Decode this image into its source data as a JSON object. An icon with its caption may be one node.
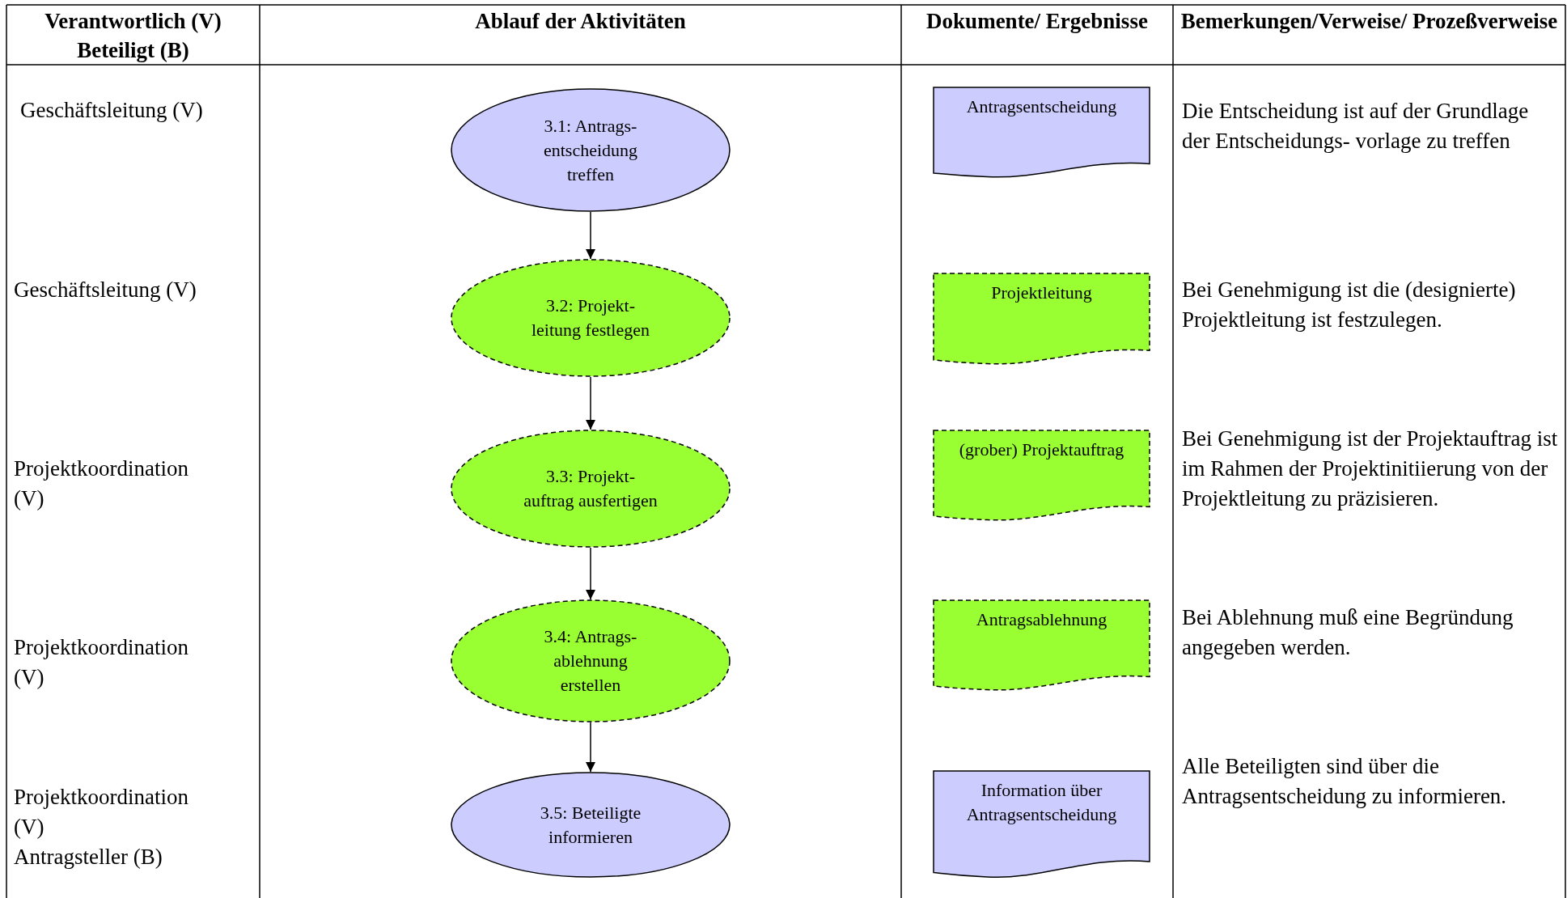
{
  "diagram": {
    "nodes": [
      {
        "text": [
          "3.1: Antrags- entscheidung treffen"
        ]
      },
      {
        "text": [
          "3.2: Projekt- leitung festlegen"
        ]
      },
      {
        "text": [
          "3.3: Projekt- auftrag ausfertigen"
        ]
      },
      {
        "text": [
          "3.4: Antrags- ablehnung erstellen"
        ]
      },
      {
        "text": [
          "3.5: Beteiligte informieren"
        ]
      },
      {
        "text": [
          "Antragsentscheidung"
        ]
      },
      {
        "text": [
          "Projektleitung"
        ]
      },
      {
        "text": [
          "(grober) Projektauftrag"
        ]
      },
      {
        "text": [
          "Antragsablehnung"
        ]
      },
      {
        "text": [
          "Information über Antragsentscheidung"
        ]
      }
    ],
    "edges": [
      {
        "from": 0,
        "to": 1,
        "arrow": "to"
      },
      {
        "from": 1,
        "to": 2,
        "arrow": "to"
      },
      {
        "from": 2,
        "to": 3,
        "arrow": "to"
      },
      {
        "from": 3,
        "to": 4,
        "arrow": "to"
      }
    ],
    "labels": [
      "Verantwortlich (V) Beteiligt (B)",
      "Ablauf der Aktivitäten",
      "Dokumente/ Ergebnisse",
      "Bemerkungen/Verweise/ Prozeßverweise",
      "Geschäftsleitung (V)",
      "Die Entscheidung ist auf der Grundlage der Entscheidungs- vorlage zu treffen",
      "Geschäftsleitung (V)",
      "Bei Genehmigung ist die (designierte) Projektleitung ist festzulegen.",
      "Projektkoordination (V)",
      "Bei Genehmigung ist der Projektauftrag ist im Rahmen der Projektinitiierung von der Projektleitung zu präzisieren.",
      "Projektkoordination (V)",
      "Bei Ablehnung muß eine Begründung angegeben werden.",
      "Projektkoordination (V)",
      "Antragsteller (B)",
      "Alle Beteiligten sind über die Antragsentscheidung zu informieren."
    ]
  }
}
